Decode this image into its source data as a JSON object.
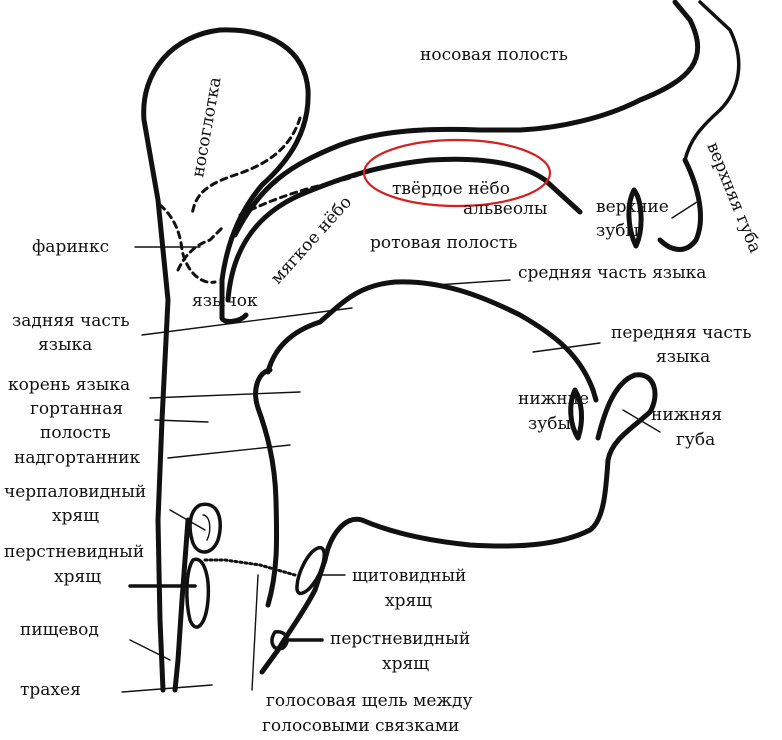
{
  "labels": {
    "nasal_cavity": "носовая полость",
    "nasopharynx": "носоглотка",
    "upper_lip": "верхняя губа",
    "hard_palate": "твёрдое нёбо",
    "alveoli": "альвеолы",
    "upper_teeth": "верхние зубы",
    "soft_palate": "мягкое нёбо",
    "pharynx": "фаринкс",
    "oral_cavity": "ротовая полость",
    "uvula": "язычок",
    "mid_tongue": "средняя часть языка",
    "back_tongue": "задняя часть языка",
    "front_tongue": "передняя часть языка",
    "tongue_root": "корень языка",
    "lower_teeth": "нижние зубы",
    "lower_lip": "нижняя губа",
    "larynx_cavity": "гортанная полость",
    "epiglottis": "надгортанник",
    "arytenoid": "черпаловидный хрящ",
    "cricoid_left": "перстневидный хрящ",
    "thyroid": "щитовидный хрящ",
    "esophagus": "пищевод",
    "cricoid_right": "перстневидный хрящ",
    "trachea": "трахея",
    "glottis": "голосовая щель между голосовыми связками"
  },
  "highlight_color": "#d42020"
}
